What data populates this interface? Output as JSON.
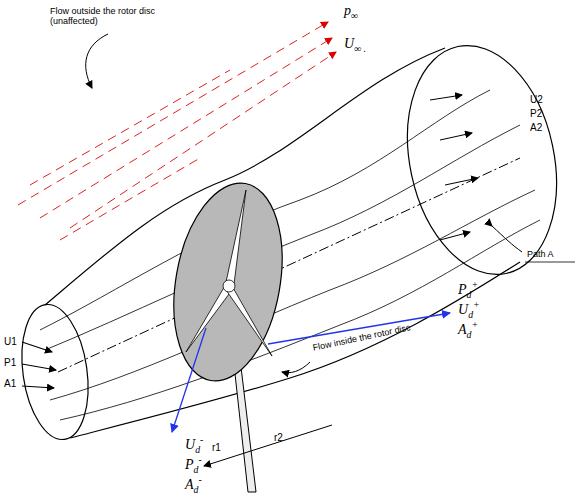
{
  "diagram": {
    "labels": [
      "Flow outside the rotor disc (unaffected)",
      "p∞",
      "U∞ .",
      "U2",
      "P2",
      "A2",
      "Path A",
      "Pd+",
      "Ud+",
      "Ad+",
      "U1",
      "P1",
      "A1",
      "Ud-",
      "Pd-",
      "Ad-",
      "Flow inside the rotor disc",
      "r1",
      "r2"
    ]
  }
}
